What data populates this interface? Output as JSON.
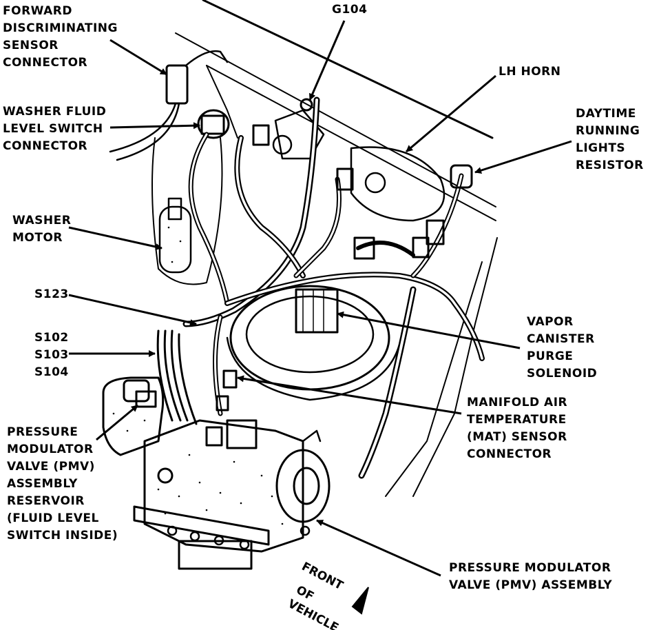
{
  "labels": {
    "forward_sensor": [
      "FORWARD",
      "DISCRIMINATING",
      "SENSOR",
      "CONNECTOR"
    ],
    "g104": "G104",
    "lh_horn": "LH HORN",
    "drl_resistor": [
      "DAYTIME",
      "RUNNING",
      "LIGHTS",
      "RESISTOR"
    ],
    "washer_switch": [
      "WASHER FLUID",
      "LEVEL SWITCH",
      "CONNECTOR"
    ],
    "washer_motor": [
      "WASHER",
      "MOTOR"
    ],
    "s123": "S123",
    "s102_104": [
      "S102",
      "S103",
      "S104"
    ],
    "vapor_canister": [
      "VAPOR",
      "CANISTER",
      "PURGE",
      "SOLENOID"
    ],
    "mat_sensor": [
      "MANIFOLD AIR",
      "TEMPERATURE",
      "(MAT) SENSOR",
      "CONNECTOR"
    ],
    "pmv_reservoir": [
      "PRESSURE",
      "MODULATOR",
      "VALVE (PMV)",
      "ASSEMBLY",
      "RESERVOIR",
      "(FLUID LEVEL",
      "SWITCH INSIDE)"
    ],
    "pmv_assembly": [
      "PRESSURE MODULATOR",
      "VALVE (PMV) ASSEMBLY"
    ],
    "front_of_vehicle": [
      "FRONT",
      "OF",
      "VEHICLE"
    ]
  }
}
